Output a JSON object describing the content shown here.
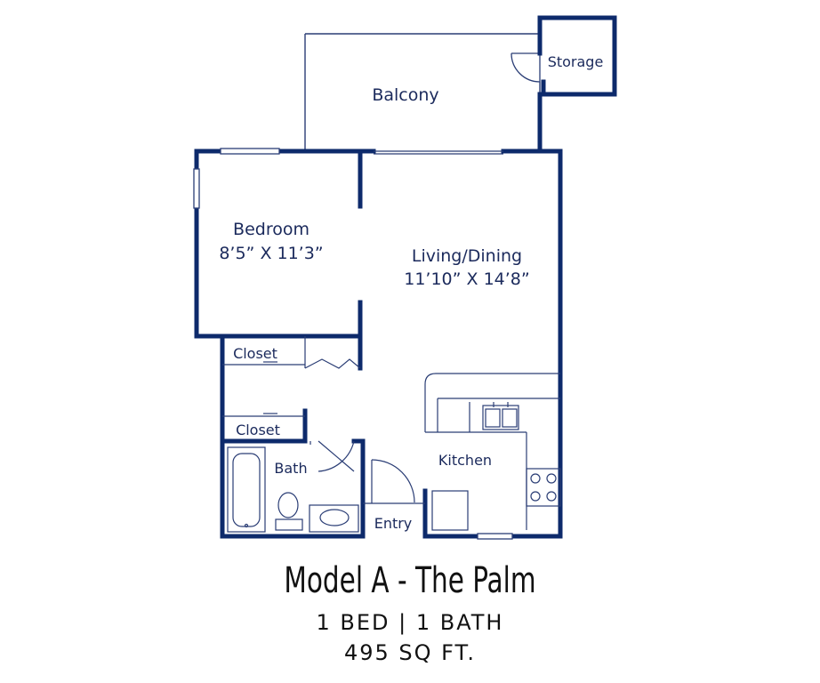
{
  "colors": {
    "wall": "#0d2a6b",
    "thin": "#2a3d75",
    "text": "#1b2a5c"
  },
  "rooms": {
    "balcony": "Balcony",
    "storage": "Storage",
    "bedroom": "Bedroom",
    "bedroom_dims": "8’5” X 11’3”",
    "living": "Living/Dining",
    "living_dims": "11’10” X 14’8”",
    "closet_top": "Closet",
    "closet_bottom": "Closet",
    "bath": "Bath",
    "kitchen": "Kitchen",
    "entry": "Entry"
  },
  "footer": {
    "model": "Model A - The Palm",
    "beds_baths": "1 BED | 1 BATH",
    "area": "495 SQ FT."
  }
}
